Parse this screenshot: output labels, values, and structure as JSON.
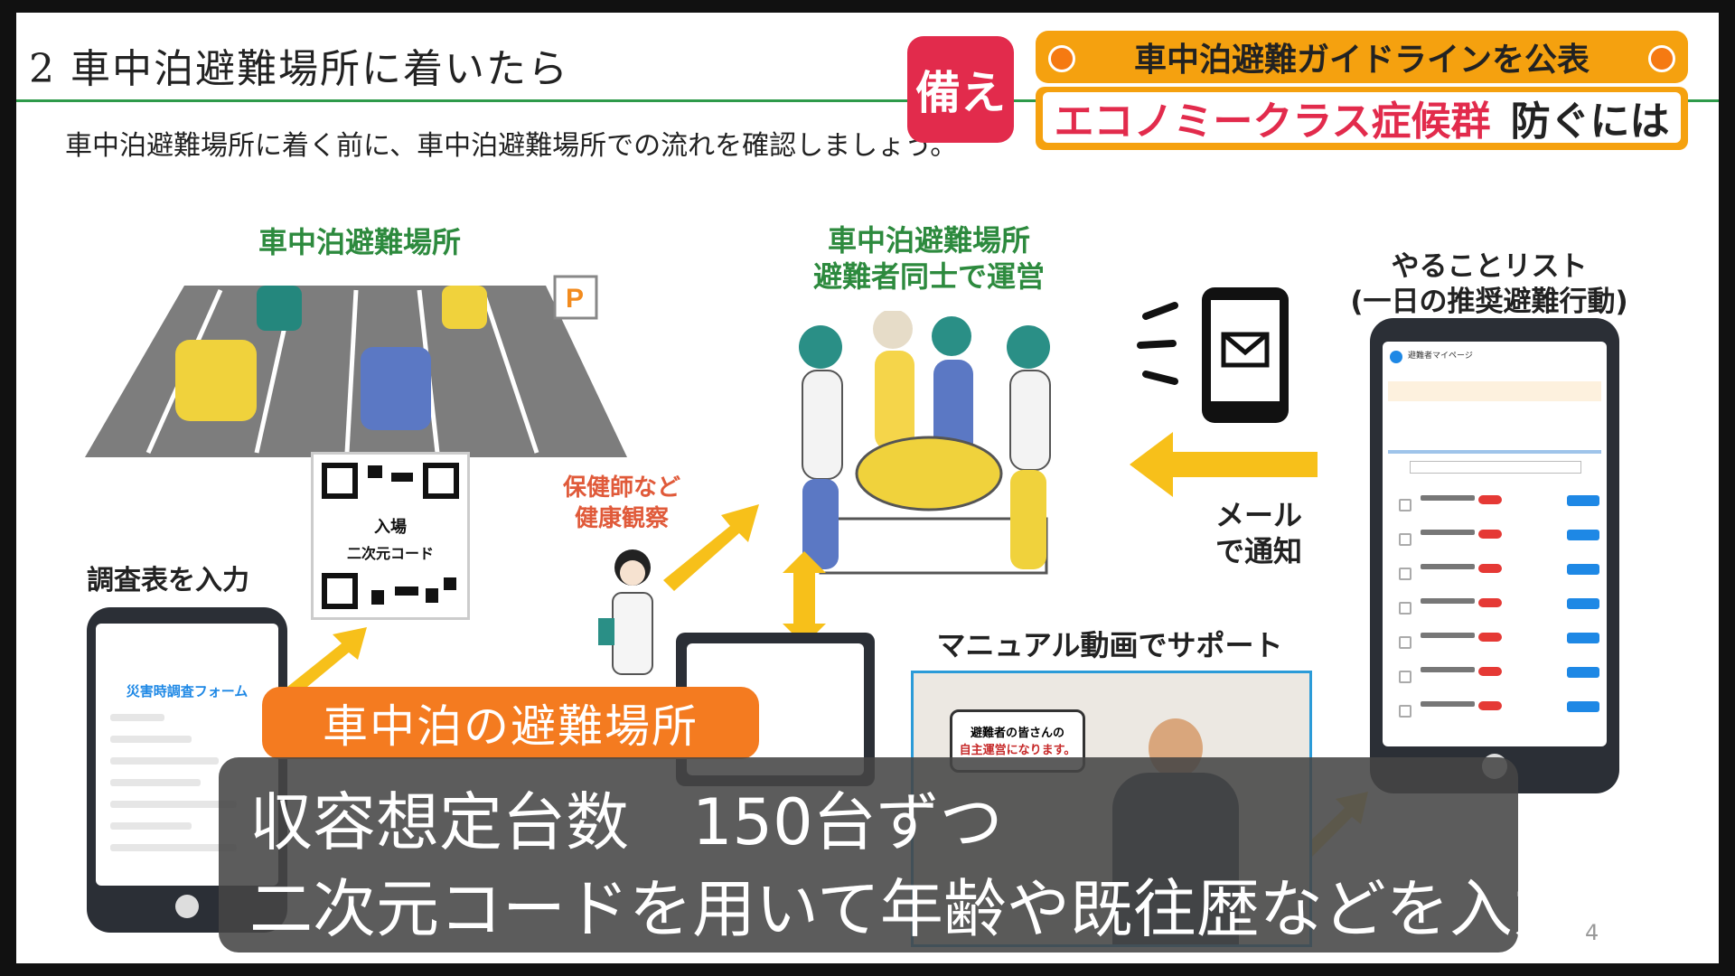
{
  "slide": {
    "section_title": "2  車中泊避難場所に着いたら",
    "subtitle": "車中泊避難場所に着く前に、車中泊避難場所での流れを確認しましょう。",
    "page_number": "4",
    "labels": {
      "parking": "車中泊避難場所",
      "evacuees_line1": "車中泊避難場所",
      "evacuees_line2": "避難者同士で運営",
      "todo_line1": "やることリスト",
      "todo_line2": "(一日の推奨避難行動)",
      "health_line1": "保健師など",
      "health_line2": "健康観察",
      "mail_line1": "メール",
      "mail_line2": "で通知",
      "survey": "調査表を入力",
      "video": "マニュアル動画でサポート",
      "qr_line1": "入場",
      "qr_line2": "二次元コード",
      "form_title": "災害時調査フォーム",
      "sign_line1": "避難者の皆さんの",
      "sign_line2": "自主運営になります。",
      "mypage_title": "避難者マイページ"
    }
  },
  "broadcast": {
    "badge": "備え",
    "headline_top": "車中泊避難ガイドラインを公表",
    "headline_bottom_red": "エコノミークラス症候群",
    "headline_bottom_black": "防ぐには",
    "place_tag": "車中泊の避難場所",
    "caption_line1": "収容想定台数　150台ずつ",
    "caption_line2": "二次元コードを用いて年齢や既往歴などを入力"
  },
  "colors": {
    "accent_green": "#2e9a4a",
    "badge_red": "#e22b4c",
    "headline_orange": "#f5a10f",
    "tag_orange": "#f47b20",
    "arrow_yellow": "#f7c01a"
  }
}
